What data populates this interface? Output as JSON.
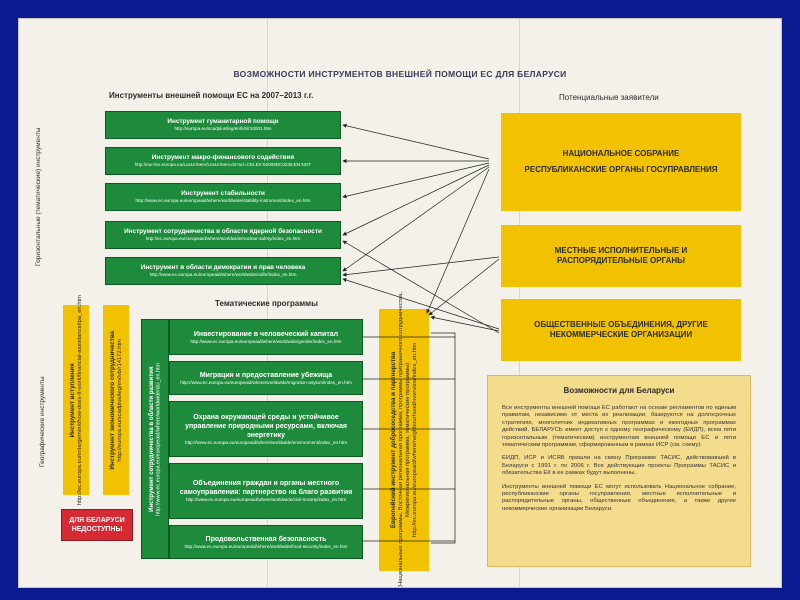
{
  "title": "ВОЗМОЖНОСТИ ИНСТРУМЕНТОВ ВНЕШНЕЙ ПОМОЩИ ЕС ДЛЯ БЕЛАРУСИ",
  "left_header": "Инструменты внешней помощи ЕС на 2007–2013 г.г.",
  "right_header": "Потенциальные заявители",
  "side_label_horizontal": "Горизонтальные (тематические) инструменты",
  "side_label_geo": "Географические инструменты",
  "thematic_header": "Тематические программы",
  "instruments": [
    {
      "title": "Инструмент гуманитарной помощи",
      "url": "http://europa.eu/scadplus/leg/en/lvb/r10001.htm"
    },
    {
      "title": "Инструмент макро-финансового содействия",
      "url": "http://eur-lex.europa.eu/LexUriServ/LexUriServ.do?uri=CELEX:52006DC0236:EN:NOT"
    },
    {
      "title": "Инструмент стабильности",
      "url": "http://www.ec.europa.eu/europeaid/where/worldwide/stability-instrument/index_en.htm"
    },
    {
      "title": "Инструмент сотрудничества в области ядерной безопасности",
      "url": "http://ec.europa.eu/europeaid/where/worldwide/nuclear-safety/index_en.htm"
    },
    {
      "title": "Инструмент в области демократии и прав человека",
      "url": "http://www.ec.europa.eu/europeaid/where/worldwide/eidhr/index_en.htm"
    }
  ],
  "thematic_programs": [
    {
      "title": "Инвестирование в человеческий капитал",
      "url": "http://www.ec.europa.eu/europeaid/where/worldwide/gender/index_en.htm"
    },
    {
      "title": "Миграция и предоставление убежища",
      "url": "http://www.ec.europa.eu/europeaid/where/worldwide/migration-asylum/index_en.htm"
    },
    {
      "title": "Охрана окружающей среды и устойчивое управление природными ресурсами, включая энергетику",
      "url": "http://www.ec.europa.eu/europeaid/where/worldwide/environment/index_en.htm"
    },
    {
      "title": "Объединения граждан и органы местного самоуправления: партнерство на благо развития",
      "url": "http://www.ec.europa.eu/europeaid/where/worldwide/civil-society/index_en.htm"
    },
    {
      "title": "Продовольственная безопасность",
      "url": "http://www.ec.europa.eu/europeaid/where/worldwide/food-security/index_en.htm"
    }
  ],
  "geo_instruments": [
    {
      "title": "Инструмент вступления",
      "url": "http://ec.europa.eu/enlargement/how-does-it-work/financial-assistance/ipa_en.htm"
    },
    {
      "title": "Инструмент экономического сотрудничества",
      "url": "http://europa.eu/scadplus/leg/en/lvb/r14172.htm"
    },
    {
      "title": "Инструмент сотрудничества в области развития",
      "url": "http://www.ec.europa.eu/europeaid/where/worldwide/dci_en.htm"
    },
    {
      "title": "Европейский инструмент добрососедства и партнерства",
      "subtitle": "(Национальные программы, Восточная региональная программа, программы приграничного сотрудничества,",
      "subtitle2": "Межрегиональная программа, тематические программы)",
      "url": "http://ec.europa.eu/europeaid/where/neighbourhood/overview/index_en.htm"
    }
  ],
  "not_available": "ДЛЯ БЕЛАРУСИ НЕДОСТУПНЫ",
  "applicants": [
    {
      "lines": [
        "НАЦИОНАЛЬНОЕ СОБРАНИЕ",
        "РЕСПУБЛИКАНСКИЕ ОРГАНЫ ГОСУПРАВЛЕНИЯ"
      ]
    },
    {
      "lines": [
        "МЕСТНЫЕ ИСПОЛНИТЕЛЬНЫЕ И РАСПОРЯДИТЕЛЬНЫЕ ОРГАНЫ"
      ]
    },
    {
      "lines": [
        "ОБЩЕСТВЕННЫЕ ОБЪЕДИНЕНИЯ, ДРУГИЕ НЕКОММЕРЧЕСКИЕ ОРГАНИЗАЦИИ"
      ]
    }
  ],
  "opportunities": {
    "title": "Возможности для Беларуси",
    "p1": "Все инструменты внешней помощи ЕС работают на основе регламентов по единым правилам, независимо от места их реализации, базируются на долгосрочных стратегиях, многолетних индикативных программах и ежегодных программах действий. БЕЛАРУСЬ имеет доступ к одному географическому (ЕИДП), всем пяти горизонтальным (тематическим) инструментам внешней помощи ЕС и пяти тематическим программам, сформированным в рамках ИСР (см. схему).",
    "p2": "ЕИДП, ИСР и ИСЯБ пришли на смену Программе ТАСИС, действовавшей в Беларуси с 1991 г. по 2006 г. Все действующие проекты Программы ТАСИС и обязательства ЕК в ее рамках будут выполнены.",
    "p3": "Инструменты внешней помощи ЕС могут использовать Национальное собрание, республиканские органы госуправления, местные исполнительные и распорядительные органы, общественные объединения, а также другие некоммерческие организации Беларуси."
  },
  "colors": {
    "green": "#1d8a3c",
    "yellow": "#f2c200",
    "red": "#d42a34",
    "background": "#0b1a8e"
  }
}
